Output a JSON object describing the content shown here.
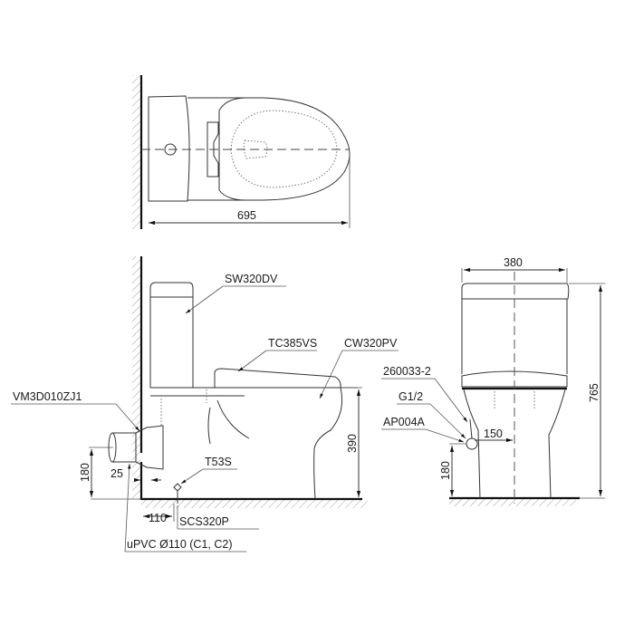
{
  "diagram": {
    "views": {
      "top": {
        "dimensions": {
          "length": "695"
        }
      },
      "side": {
        "parts": {
          "tank": "SW320DV",
          "seat": "TC385VS",
          "bowl": "CW320PV",
          "flange": "VM3D010ZJ1",
          "bolt": "T53S",
          "bolt_cap": "SCS320P",
          "drain_pipe": "uPVC Ø110 (C1, C2)"
        },
        "dimensions": {
          "bowl_height": "390",
          "outlet_height": "180",
          "wall_gap": "25",
          "outlet_offset": "110"
        }
      },
      "front": {
        "parts": {
          "hose": "260033-2",
          "thread": "G1/2",
          "angle_valve": "AP004A"
        },
        "dimensions": {
          "width": "380",
          "total_height": "765",
          "inlet_offset": "150",
          "inlet_height": "180"
        }
      }
    }
  }
}
